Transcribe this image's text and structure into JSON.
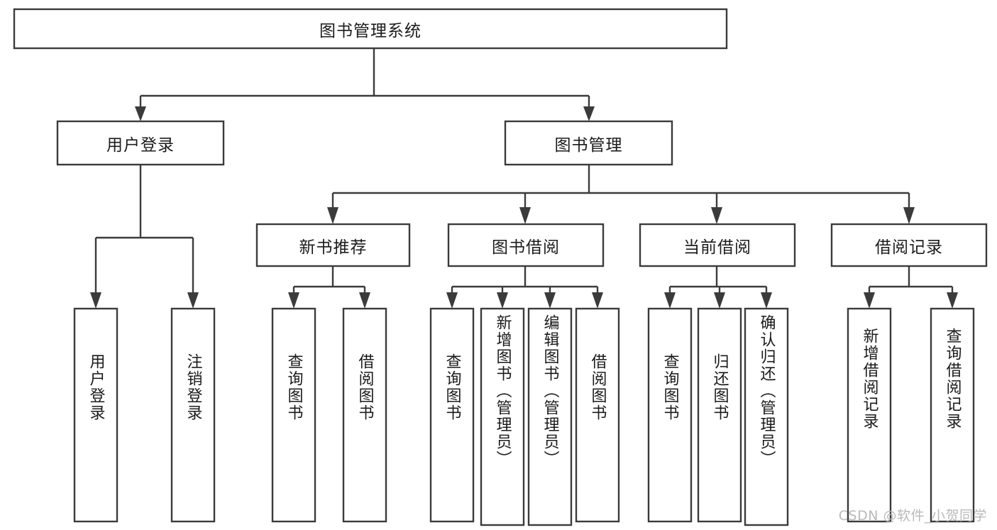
{
  "diagram": {
    "kind": "tree-hierarchy-chart",
    "title": "图书管理系统",
    "watermark": "CSDN @软件_小贺同学",
    "colors": {
      "box_stroke": "#3b3b3b",
      "box_fill": "#ffffff",
      "connector": "#3b3b3b",
      "text": "#1b1b1b",
      "watermark": "#b9b9b9",
      "background": "#ffffff"
    },
    "root": {
      "label": "图书管理系统",
      "orientation": "horizontal"
    },
    "level2": [
      {
        "label": "用户登录",
        "orientation": "horizontal"
      },
      {
        "label": "图书管理",
        "orientation": "horizontal"
      }
    ],
    "level3": [
      {
        "label": "新书推荐",
        "orientation": "horizontal",
        "parent": "图书管理"
      },
      {
        "label": "图书借阅",
        "orientation": "horizontal",
        "parent": "图书管理"
      },
      {
        "label": "当前借阅",
        "orientation": "horizontal",
        "parent": "图书管理"
      },
      {
        "label": "借阅记录",
        "orientation": "horizontal",
        "parent": "图书管理"
      }
    ],
    "leaves": {
      "user_login": [
        {
          "label": "用户登录",
          "orientation": "vertical"
        },
        {
          "label": "注销登录",
          "orientation": "vertical"
        }
      ],
      "new_book_recommend": [
        {
          "label": "查询图书",
          "orientation": "vertical"
        },
        {
          "label": "借阅图书",
          "orientation": "vertical"
        }
      ],
      "book_borrow": [
        {
          "label": "查询图书",
          "orientation": "vertical"
        },
        {
          "label": "新增图书（管理员）",
          "orientation": "vertical"
        },
        {
          "label": "编辑图书（管理员）",
          "orientation": "vertical"
        },
        {
          "label": "借阅图书",
          "orientation": "vertical"
        }
      ],
      "current_borrow": [
        {
          "label": "查询图书",
          "orientation": "vertical"
        },
        {
          "label": "归还图书",
          "orientation": "vertical"
        },
        {
          "label": "确认归还（管理员）",
          "orientation": "vertical"
        }
      ],
      "borrow_record": [
        {
          "label": "新增借阅记录",
          "orientation": "vertical"
        },
        {
          "label": "查询借阅记录",
          "orientation": "vertical"
        }
      ]
    }
  }
}
